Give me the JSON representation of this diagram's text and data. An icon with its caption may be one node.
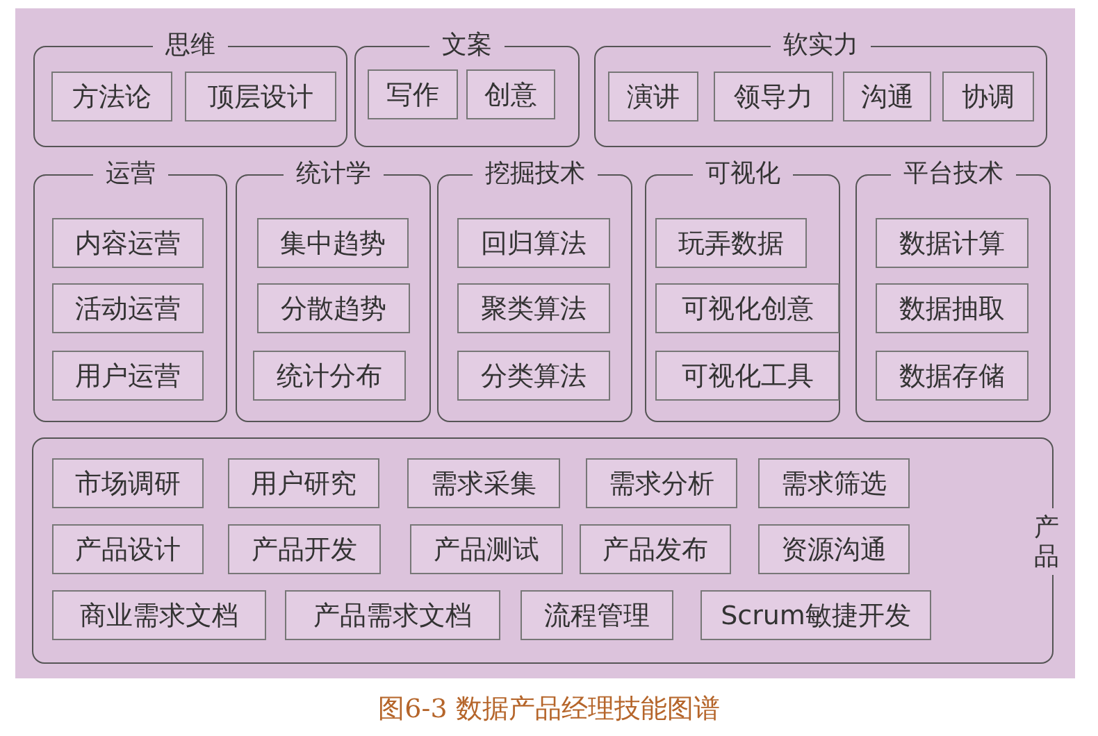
{
  "diagram": {
    "caption": "图6-3 数据产品经理技能图谱",
    "nodes": [
      {
        "text": [
          "思维"
        ]
      },
      {
        "text": [
          "方法论"
        ],
        "in": 0
      },
      {
        "text": [
          "顶层设计"
        ],
        "in": 0
      },
      {
        "text": [
          "文案"
        ]
      },
      {
        "text": [
          "写作"
        ],
        "in": 3
      },
      {
        "text": [
          "创意"
        ],
        "in": 3
      },
      {
        "text": [
          "软实力"
        ]
      },
      {
        "text": [
          "演讲"
        ],
        "in": 6
      },
      {
        "text": [
          "领导力"
        ],
        "in": 6
      },
      {
        "text": [
          "沟通"
        ],
        "in": 6
      },
      {
        "text": [
          "协调"
        ],
        "in": 6
      },
      {
        "text": [
          "运营"
        ]
      },
      {
        "text": [
          "内容运营"
        ],
        "in": 11
      },
      {
        "text": [
          "活动运营"
        ],
        "in": 11
      },
      {
        "text": [
          "用户运营"
        ],
        "in": 11
      },
      {
        "text": [
          "统计学"
        ]
      },
      {
        "text": [
          "集中趋势"
        ],
        "in": 15
      },
      {
        "text": [
          "分散趋势"
        ],
        "in": 15
      },
      {
        "text": [
          "统计分布"
        ],
        "in": 15
      },
      {
        "text": [
          "挖掘技术"
        ]
      },
      {
        "text": [
          "回归算法"
        ],
        "in": 19
      },
      {
        "text": [
          "聚类算法"
        ],
        "in": 19
      },
      {
        "text": [
          "分类算法"
        ],
        "in": 19
      },
      {
        "text": [
          "可视化"
        ]
      },
      {
        "text": [
          "玩弄数据"
        ],
        "in": 23
      },
      {
        "text": [
          "可视化创意"
        ],
        "in": 23
      },
      {
        "text": [
          "可视化工具"
        ],
        "in": 23
      },
      {
        "text": [
          "平台技术"
        ]
      },
      {
        "text": [
          "数据计算"
        ],
        "in": 27
      },
      {
        "text": [
          "数据抽取"
        ],
        "in": 27
      },
      {
        "text": [
          "数据存储"
        ],
        "in": 27
      },
      {
        "text": [
          "产品"
        ]
      },
      {
        "text": [
          "市场调研"
        ],
        "in": 31
      },
      {
        "text": [
          "用户研究"
        ],
        "in": 31
      },
      {
        "text": [
          "需求采集"
        ],
        "in": 31
      },
      {
        "text": [
          "需求分析"
        ],
        "in": 31
      },
      {
        "text": [
          "需求筛选"
        ],
        "in": 31
      },
      {
        "text": [
          "产品设计"
        ],
        "in": 31
      },
      {
        "text": [
          "产品开发"
        ],
        "in": 31
      },
      {
        "text": [
          "产品测试"
        ],
        "in": 31
      },
      {
        "text": [
          "产品发布"
        ],
        "in": 31
      },
      {
        "text": [
          "资源沟通"
        ],
        "in": 31
      },
      {
        "text": [
          "商业需求文档"
        ],
        "in": 31
      },
      {
        "text": [
          "产品需求文档"
        ],
        "in": 31
      },
      {
        "text": [
          "流程管理"
        ],
        "in": 31
      },
      {
        "text": [
          "Scrum敏捷开发"
        ],
        "in": 31
      }
    ]
  }
}
